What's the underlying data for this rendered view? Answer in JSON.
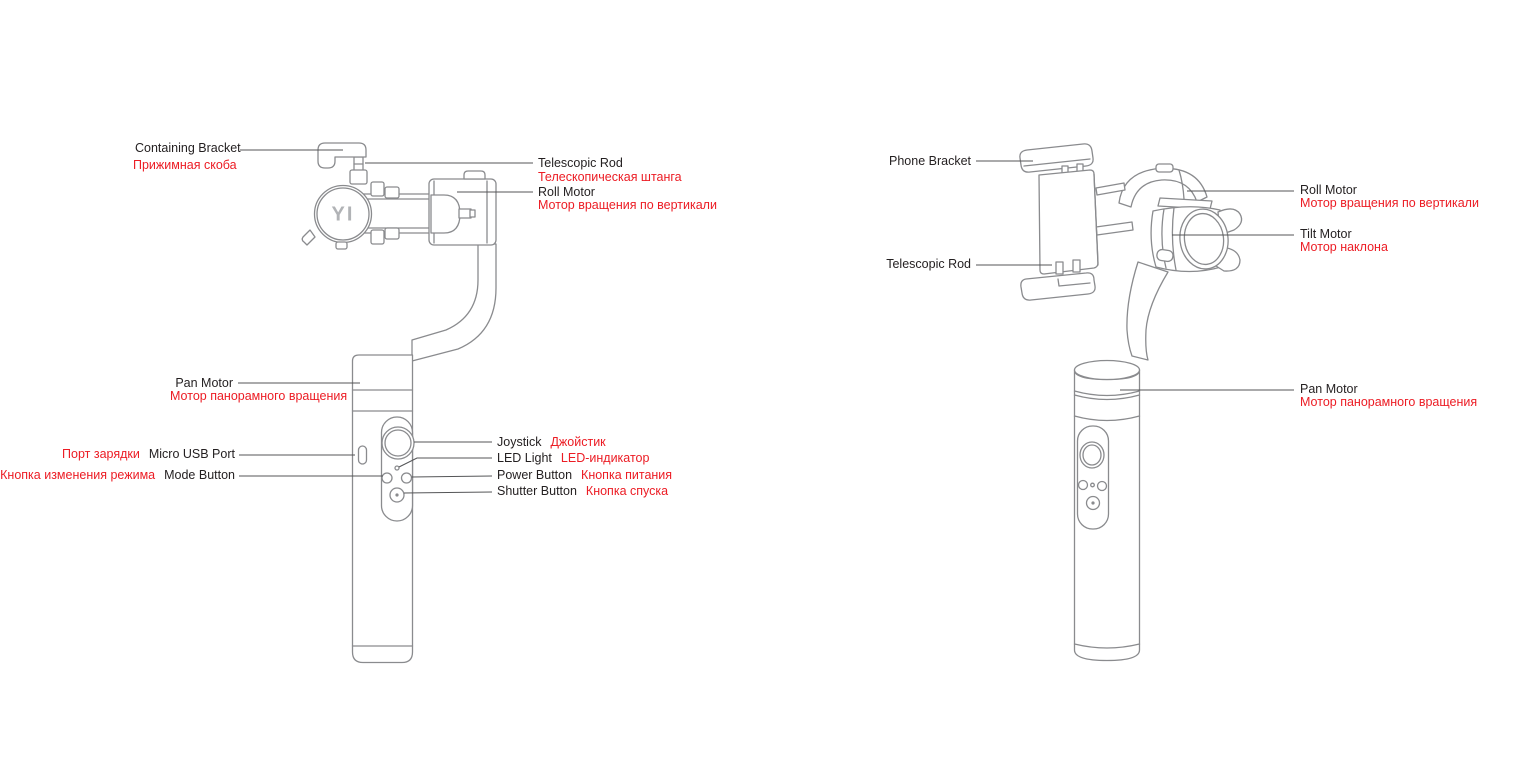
{
  "document": {
    "type": "gimbal parts diagram (bilingual EN/RU)",
    "views": [
      "front view",
      "three-quarter view"
    ]
  },
  "colors": {
    "background": "#ffffff",
    "label_en": "#231f20",
    "label_ru": "#ec1c24",
    "line_art": "#8a8b8e",
    "leader_line": "#545557",
    "logo_gray": "#b1b3b6"
  },
  "left": {
    "logo": "YI",
    "containing_bracket": {
      "en": "Containing Bracket",
      "ru": "Прижимная скоба"
    },
    "telescopic_rod": {
      "en": "Telescopic Rod",
      "ru": "Телескопическая штанга"
    },
    "roll_motor": {
      "en": "Roll Motor",
      "ru": "Мотор вращения по вертикали"
    },
    "pan_motor": {
      "en": "Pan Motor",
      "ru": "Мотор панорамного вращения"
    },
    "micro_usb_port": {
      "en": "Micro USB Port",
      "ru": "Порт зарядки"
    },
    "mode_button": {
      "en": "Mode Button",
      "ru": "Кнопка изменения режима"
    },
    "joystick": {
      "en": "Joystick",
      "ru": "Джойстик"
    },
    "led_light": {
      "en": "LED Light",
      "ru": "LED-индикатор"
    },
    "power_button": {
      "en": "Power Button",
      "ru": "Кнопка питания"
    },
    "shutter_button": {
      "en": "Shutter Button",
      "ru": "Кнопка спуска"
    }
  },
  "right": {
    "phone_bracket": {
      "en": "Phone Bracket"
    },
    "telescopic_rod": {
      "en": "Telescopic Rod"
    },
    "roll_motor": {
      "en": "Roll Motor",
      "ru": "Мотор вращения по вертикали"
    },
    "tilt_motor": {
      "en": "Tilt Motor",
      "ru": "Мотор наклона"
    },
    "pan_motor": {
      "en": "Pan Motor",
      "ru": "Мотор панорамного вращения"
    }
  }
}
